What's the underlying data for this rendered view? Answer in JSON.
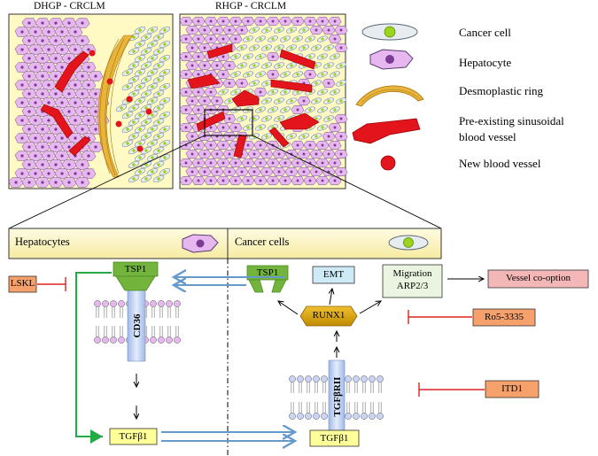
{
  "panels": {
    "left_title": "DHGP - CRCLM",
    "right_title": "RHGP - CRCLM"
  },
  "legend": {
    "cancer_cell": "Cancer cell",
    "hepatocyte": "Hepatocyte",
    "desmoplastic_ring": "Desmoplastic ring",
    "sinusoidal_line1": "Pre-existing sinusoidal",
    "sinusoidal_line2": "blood vessel",
    "new_vessel": "New blood vessel"
  },
  "pathway": {
    "hepatocytes_header": "Hepatocytes",
    "cancer_cells_header": "Cancer cells",
    "lskl": "LSKL",
    "tsp1_hep": "TSP1",
    "cd36": "CD36",
    "tgfb1_hep": "TGFβ1",
    "tsp1_cancer": "TSP1",
    "emt": "EMT",
    "migration": "Migration",
    "arp": "ARP2/3",
    "vessel_cooption": "Vessel co-option",
    "runx1": "RUNX1",
    "ro5": "Ro5-3335",
    "tgfbrii": "TGFβRII",
    "itd1": "ITD1",
    "tgfb1_cancer": "TGFβ1"
  },
  "colors": {
    "panel_bg": "#fff9c4",
    "hepatocyte": "#e7b8ef",
    "cancer_cell": "#e6ecef",
    "nucleus_green": "#9bd41e",
    "nucleus_purple": "#7c3c96",
    "vessel_red": "#e3141b",
    "ring": "#e8b43c",
    "inhibitor_box": "#f6a06c",
    "vessel_cooption_box": "#f4b7b7",
    "emt_box": "#cfeaf7",
    "migration_box": "#ebf4e0",
    "runx1": "#d9a300",
    "tsp1_green": "#72b43c",
    "tgfb1_box": "#ffff99",
    "receptor_blue": "#c5d4f2",
    "arrow_blue": "#6699cc",
    "arrow_green": "#22aa44",
    "inhibit_red": "#dd2222"
  }
}
